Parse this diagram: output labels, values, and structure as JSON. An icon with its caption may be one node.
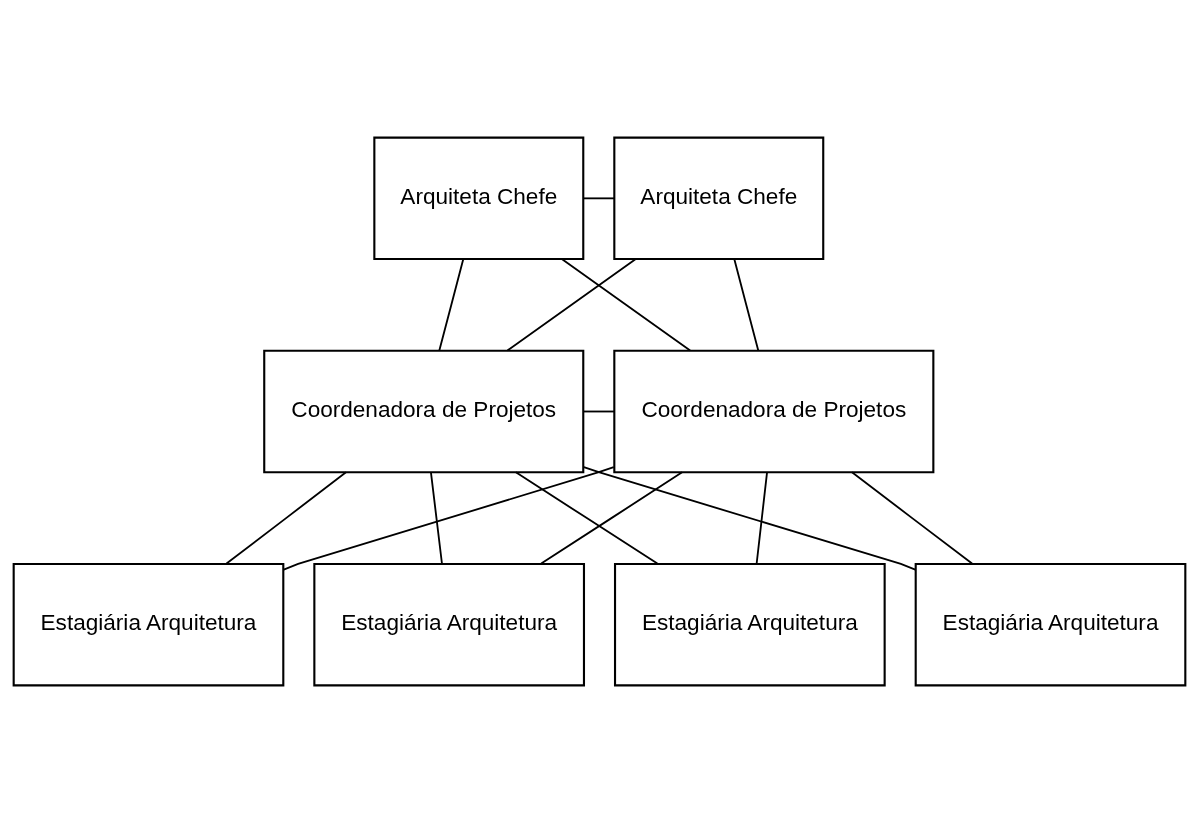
{
  "diagram": {
    "nodes": [
      {
        "text": [
          "Arquiteta Chefe"
        ]
      },
      {
        "text": [
          "Arquiteta Chefe"
        ]
      },
      {
        "text": [
          "Coordenadora de Projetos"
        ]
      },
      {
        "text": [
          "Coordenadora de Projetos"
        ]
      },
      {
        "text": [
          "Estagiária Arquitetura"
        ]
      },
      {
        "text": [
          "Estagiária Arquitetura"
        ]
      },
      {
        "text": [
          "Estagiária Arquitetura"
        ]
      },
      {
        "text": [
          "Estagiária Arquitetura"
        ]
      }
    ],
    "edges": [
      {
        "from": 0,
        "to": 1,
        "arrow": "none"
      },
      {
        "from": 0,
        "to": 2,
        "arrow": "none"
      },
      {
        "from": 0,
        "to": 3,
        "arrow": "none"
      },
      {
        "from": 1,
        "to": 2,
        "arrow": "none"
      },
      {
        "from": 1,
        "to": 3,
        "arrow": "none"
      },
      {
        "from": 2,
        "to": 3,
        "arrow": "none"
      },
      {
        "from": 2,
        "to": 4,
        "arrow": "none"
      },
      {
        "from": 2,
        "to": 5,
        "arrow": "none"
      },
      {
        "from": 2,
        "to": 6,
        "arrow": "none"
      },
      {
        "from": 2,
        "to": 7,
        "arrow": "none"
      },
      {
        "from": 3,
        "to": 4,
        "arrow": "none"
      },
      {
        "from": 3,
        "to": 5,
        "arrow": "none"
      },
      {
        "from": 3,
        "to": 6,
        "arrow": "none"
      },
      {
        "from": 3,
        "to": 7,
        "arrow": "none"
      }
    ]
  }
}
